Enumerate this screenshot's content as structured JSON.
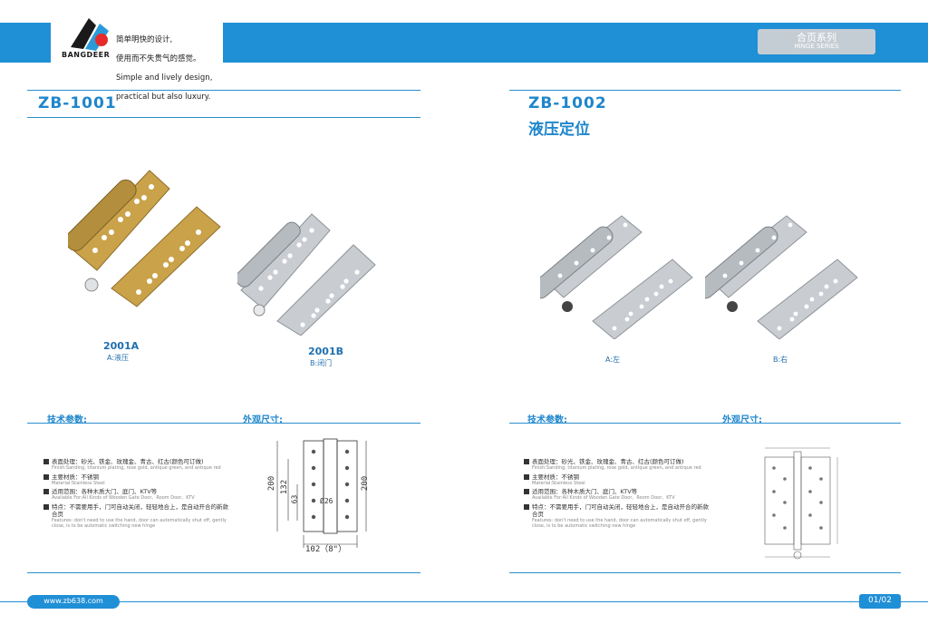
{
  "brand": {
    "name": "BANGDEER",
    "slogan_cn_1": "简单明快的设计,",
    "slogan_cn_2": "使用而不失贵气的感觉。",
    "slogan_en_1": "Simple and lively design,",
    "slogan_en_2": "practical but also luxury."
  },
  "series": {
    "title_cn": "合页系列",
    "title_en": "HINGE SERIES"
  },
  "left": {
    "model": "ZB-1001",
    "items": [
      {
        "code": "2001A",
        "sub": "A:液压"
      },
      {
        "code": "2001B",
        "sub": "B:闭门"
      }
    ],
    "tech_label": "技术参数:",
    "dim_label": "外观尺寸:",
    "drawing": {
      "height_a": "200",
      "height_b": "132",
      "height_c": "63",
      "height_d": "200",
      "pin": "Ø26",
      "width": "102（8\"）"
    }
  },
  "right": {
    "model": "ZB-1002",
    "subtitle": "液压定位",
    "items": [
      {
        "sub": "A:左"
      },
      {
        "sub": "B:右"
      }
    ],
    "tech_label": "技术参数:",
    "dim_label": "外观尺寸:"
  },
  "features": [
    {
      "cn": "表面处理：砂光、铁金、玫瑰金、青古、红古(颜色可订做)",
      "en": "Finish:Sanding, titanium plating, rose gold, antique green, and antique red"
    },
    {
      "cn": "主要材质：不锈钢",
      "en": "Material:Stainless Steel"
    },
    {
      "cn": "适用范围：各种木质大门、庭门、KTV等",
      "en": "Available For:All Kinds of Wooden Gate Door、Room Door、KTV"
    },
    {
      "cn": "特点：不需要用手，门可自动关闭，轻轻地合上，是自动开合的新款合页",
      "en": "Features: don't need to use the hand, door can automatically shut off, gently close, is to be automatic switching new hinge"
    }
  ],
  "footer": {
    "url": "www.zb638.com",
    "page": "01/02"
  },
  "colors": {
    "accent": "#1f8fd6",
    "gold": "#c9a24a",
    "silver": "#c9cdd2"
  }
}
